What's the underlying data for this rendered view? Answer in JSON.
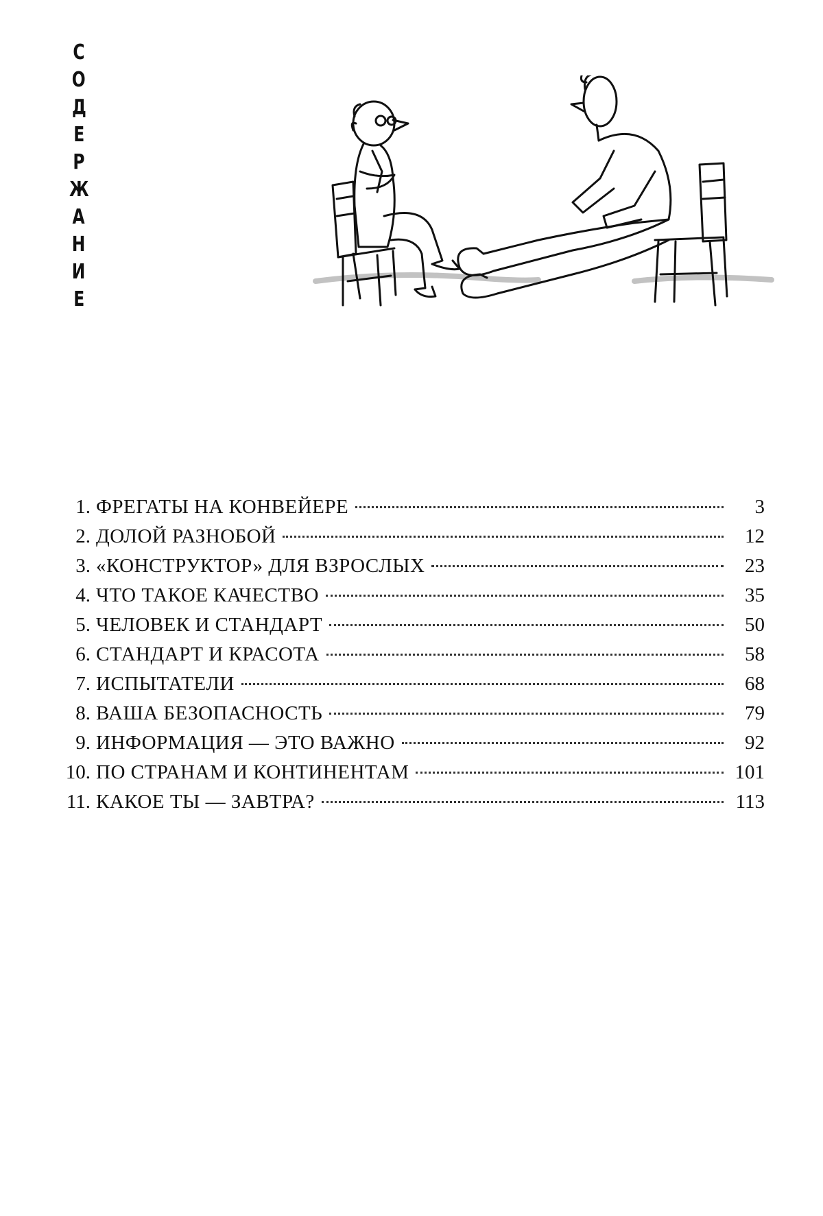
{
  "heading": {
    "letters": [
      "С",
      "О",
      "Д",
      "Е",
      "Р",
      "Ж",
      "А",
      "Н",
      "И",
      "Е"
    ]
  },
  "illustration": {
    "icon": "two-men-sitting-on-chairs-illustration"
  },
  "toc": {
    "items": [
      {
        "num": "1.",
        "title": "ФРЕГАТЫ НА КОНВЕЙЕРЕ",
        "page": "3"
      },
      {
        "num": "2.",
        "title": "ДОЛОЙ РАЗНОБОЙ",
        "page": "12"
      },
      {
        "num": "3.",
        "title": "«КОНСТРУКТОР» ДЛЯ ВЗРОСЛЫХ",
        "page": "23"
      },
      {
        "num": "4.",
        "title": "ЧТО ТАКОЕ КАЧЕСТВО",
        "page": "35"
      },
      {
        "num": "5.",
        "title": "ЧЕЛОВЕК И СТАНДАРТ",
        "page": "50"
      },
      {
        "num": "6.",
        "title": "СТАНДАРТ И КРАСОТА",
        "page": "58"
      },
      {
        "num": "7.",
        "title": "ИСПЫТАТЕЛИ",
        "page": "68"
      },
      {
        "num": "8.",
        "title": "ВАША БЕЗОПАСНОСТЬ",
        "page": "79"
      },
      {
        "num": "9.",
        "title": "ИНФОРМАЦИЯ — ЭТО ВАЖНО",
        "page": "92"
      },
      {
        "num": "10.",
        "title": "ПО СТРАНАМ И КОНТИНЕНТАМ",
        "page": "101"
      },
      {
        "num": "11.",
        "title": "КАКОЕ ТЫ — ЗАВТРА?",
        "page": "113"
      }
    ]
  }
}
